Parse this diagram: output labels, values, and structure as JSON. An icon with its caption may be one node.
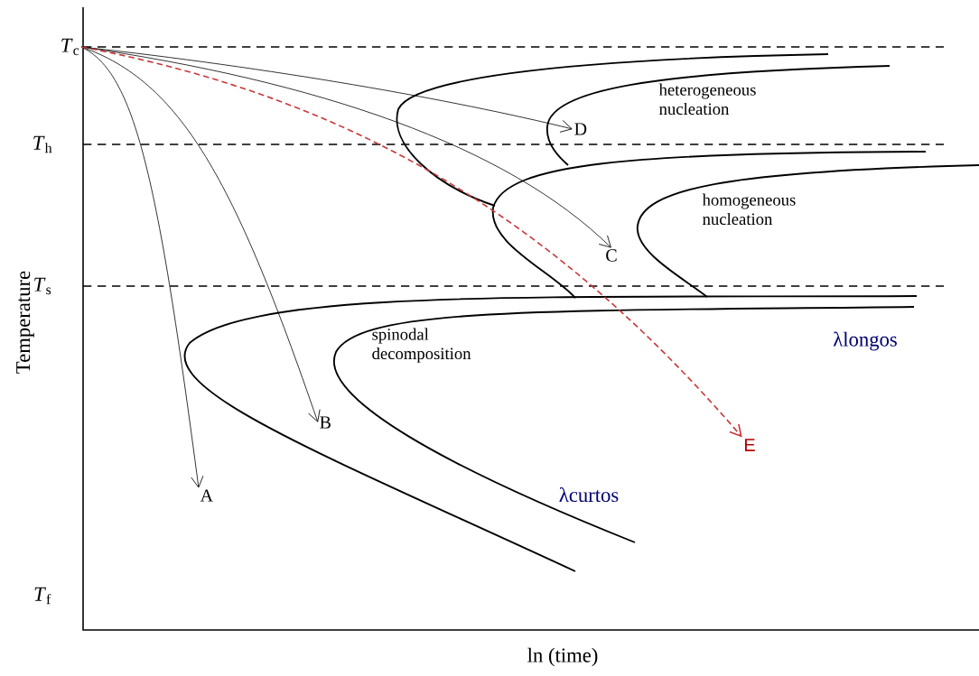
{
  "diagram": {
    "nodes": [
      {
        "text": [
          "*T*$_{c}$"
        ]
      },
      {
        "text": [
          "A"
        ]
      },
      {
        "text": [
          "B"
        ]
      },
      {
        "text": [
          "C"
        ]
      },
      {
        "text": [
          "D"
        ]
      },
      {
        "text": [
          "E"
        ]
      }
    ],
    "edges": [
      {
        "from": 0,
        "to": 1,
        "arrow": "to"
      },
      {
        "from": 0,
        "to": 2,
        "arrow": "to"
      },
      {
        "from": 0,
        "to": 3,
        "arrow": "to"
      },
      {
        "from": 0,
        "to": 4,
        "arrow": "to"
      },
      {
        "from": 0,
        "to": 5,
        "arrow": "to",
        "style": "dashed",
        "color": "#c8383a"
      }
    ],
    "labels": [
      "*T*$_{h}$",
      "heterogeneous nucleation",
      "homogeneous nucleation",
      "*T*$_{s}$",
      "λlongos",
      "spinodal decomposition",
      "Temperature",
      "λcurtos",
      "*T*$_{f}$",
      "ln (time)"
    ]
  }
}
